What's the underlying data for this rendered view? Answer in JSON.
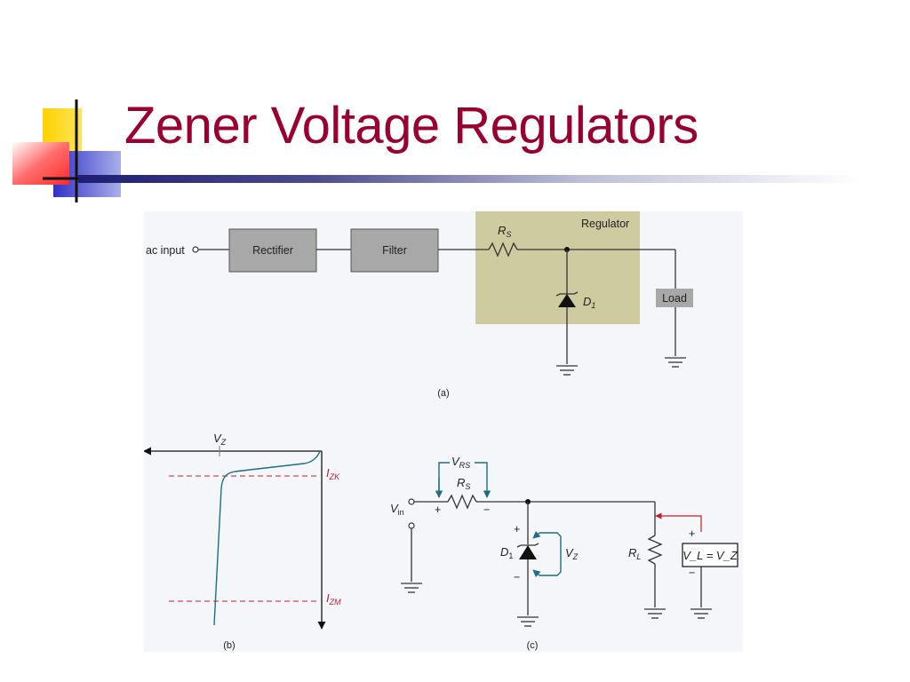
{
  "slide": {
    "title": "Zener Voltage Regulators"
  },
  "diagram_a": {
    "caption": "(a)",
    "ac_input": "ac input",
    "rectifier": "Rectifier",
    "filter": "Filter",
    "regulator": "Regulator",
    "rs": "R",
    "rs_sub": "S",
    "d1": "D",
    "d1_sub": "1",
    "load": "Load"
  },
  "diagram_b": {
    "caption": "(b)",
    "vz": "V",
    "vz_sub": "Z",
    "izk": "I",
    "izk_sub": "ZK",
    "izm": "I",
    "izm_sub": "ZM"
  },
  "diagram_c": {
    "caption": "(c)",
    "vrs": "V",
    "vrs_sub": "RS",
    "rs": "R",
    "rs_sub": "S",
    "plus": "+",
    "minus": "−",
    "vin": "V",
    "vin_sub": "in",
    "d1": "D",
    "d1_sub": "1",
    "vz": "V",
    "vz_sub": "Z",
    "rl": "R",
    "rl_sub": "L",
    "vl_eq_vz": "V_L = V_Z"
  },
  "colors": {
    "title": "#99002f",
    "curve": "#1b6e86",
    "dashed": "#c0202a",
    "regulator_bg": "#cfcba0",
    "block_bg": "#a8a8a8"
  }
}
